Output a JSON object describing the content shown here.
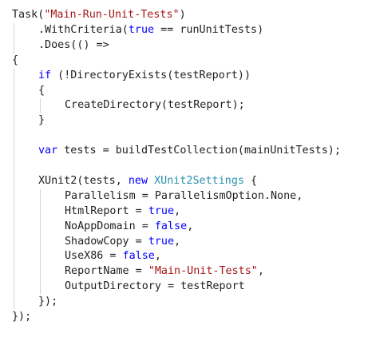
{
  "editor": {
    "lines": [
      {
        "indent": 0,
        "tokens": [
          {
            "t": "Task(",
            "c": "tx"
          },
          {
            "t": "\"Main-Run-Unit-Tests\"",
            "c": "str"
          },
          {
            "t": ")",
            "c": "tx"
          }
        ]
      },
      {
        "indent": 1,
        "tokens": [
          {
            "t": ".WithCriteria(",
            "c": "tx"
          },
          {
            "t": "true",
            "c": "kw"
          },
          {
            "t": " == runUnitTests)",
            "c": "tx"
          }
        ]
      },
      {
        "indent": 1,
        "tokens": [
          {
            "t": ".Does(() =>",
            "c": "tx"
          }
        ]
      },
      {
        "indent": 0,
        "tokens": [
          {
            "t": "{",
            "c": "tx"
          }
        ]
      },
      {
        "indent": 1,
        "tokens": [
          {
            "t": "if",
            "c": "kw"
          },
          {
            "t": " (!DirectoryExists(testReport))",
            "c": "tx"
          }
        ]
      },
      {
        "indent": 1,
        "tokens": [
          {
            "t": "{",
            "c": "tx"
          }
        ]
      },
      {
        "indent": 2,
        "tokens": [
          {
            "t": "CreateDirectory(testReport);",
            "c": "tx"
          }
        ]
      },
      {
        "indent": 1,
        "tokens": [
          {
            "t": "}",
            "c": "tx"
          }
        ]
      },
      {
        "indent": 0,
        "tokens": []
      },
      {
        "indent": 1,
        "tokens": [
          {
            "t": "var",
            "c": "kw"
          },
          {
            "t": " tests = buildTestCollection(mainUnitTests);",
            "c": "tx"
          }
        ]
      },
      {
        "indent": 0,
        "tokens": []
      },
      {
        "indent": 1,
        "tokens": [
          {
            "t": "XUnit2(tests, ",
            "c": "tx"
          },
          {
            "t": "new",
            "c": "kw"
          },
          {
            "t": " ",
            "c": "tx"
          },
          {
            "t": "XUnit2Settings",
            "c": "type"
          },
          {
            "t": " {",
            "c": "tx"
          }
        ]
      },
      {
        "indent": 2,
        "tokens": [
          {
            "t": "Parallelism = ParallelismOption.None,",
            "c": "tx"
          }
        ]
      },
      {
        "indent": 2,
        "tokens": [
          {
            "t": "HtmlReport = ",
            "c": "tx"
          },
          {
            "t": "true",
            "c": "kw"
          },
          {
            "t": ",",
            "c": "tx"
          }
        ]
      },
      {
        "indent": 2,
        "tokens": [
          {
            "t": "NoAppDomain = ",
            "c": "tx"
          },
          {
            "t": "false",
            "c": "kw"
          },
          {
            "t": ",",
            "c": "tx"
          }
        ]
      },
      {
        "indent": 2,
        "tokens": [
          {
            "t": "ShadowCopy = ",
            "c": "tx"
          },
          {
            "t": "true",
            "c": "kw"
          },
          {
            "t": ",",
            "c": "tx"
          }
        ]
      },
      {
        "indent": 2,
        "tokens": [
          {
            "t": "UseX86 = ",
            "c": "tx"
          },
          {
            "t": "false",
            "c": "kw"
          },
          {
            "t": ",",
            "c": "tx"
          }
        ]
      },
      {
        "indent": 2,
        "tokens": [
          {
            "t": "ReportName = ",
            "c": "tx"
          },
          {
            "t": "\"Main-Unit-Tests\"",
            "c": "str"
          },
          {
            "t": ",",
            "c": "tx"
          }
        ]
      },
      {
        "indent": 2,
        "tokens": [
          {
            "t": "OutputDirectory = testReport",
            "c": "tx"
          }
        ]
      },
      {
        "indent": 1,
        "tokens": [
          {
            "t": "});",
            "c": "tx"
          }
        ]
      },
      {
        "indent": 0,
        "tokens": [
          {
            "t": "});",
            "c": "tx"
          }
        ]
      }
    ]
  },
  "theme": {
    "background": "#ffffff",
    "keyword": "#0000ff",
    "string": "#a31515",
    "type": "#2b91af",
    "text": "#1e1e1e",
    "guide": "#d6d6d6"
  }
}
